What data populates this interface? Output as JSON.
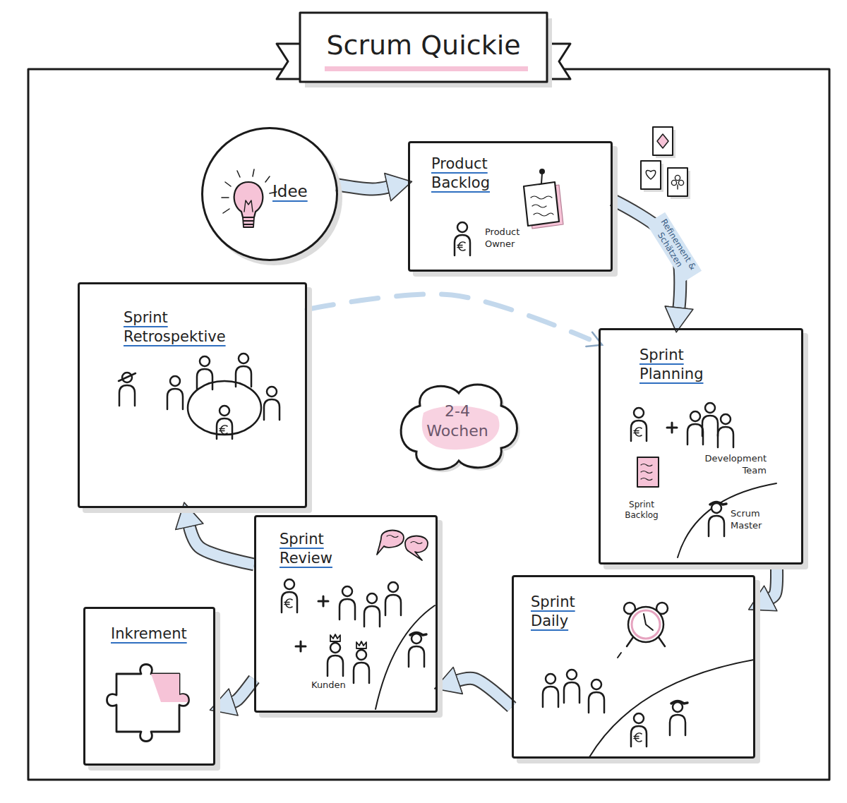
{
  "diagram": {
    "title": "Scrum Quickie",
    "nodes": [
      {
        "text": [
          "Idee"
        ]
      },
      {
        "text": [
          "Product Backlog",
          "Product Owner"
        ]
      },
      {
        "text": [
          "Sprint Retrospektive"
        ]
      },
      {
        "text": [
          "Sprint Planning",
          "Development Team",
          "Sprint Backlog",
          "Scrum Master"
        ]
      },
      {
        "text": [
          "2-4 Wochen"
        ]
      },
      {
        "text": [
          "Sprint Review",
          "Kunden"
        ]
      },
      {
        "text": [
          "Sprint Daily"
        ]
      },
      {
        "text": [
          "Inkrement"
        ]
      }
    ],
    "edges": [
      {
        "from": 0,
        "to": 1,
        "arrow": "to"
      },
      {
        "from": 1,
        "to": 3,
        "label": "Refinement & Schätzen",
        "arrow": "to"
      },
      {
        "from": 3,
        "to": 6,
        "arrow": "to"
      },
      {
        "from": 6,
        "to": 5,
        "arrow": "to"
      },
      {
        "from": 5,
        "to": 2,
        "arrow": "to"
      },
      {
        "from": 5,
        "to": 7,
        "arrow": "to"
      },
      {
        "from": 2,
        "to": 3,
        "arrow": "to"
      }
    ]
  }
}
